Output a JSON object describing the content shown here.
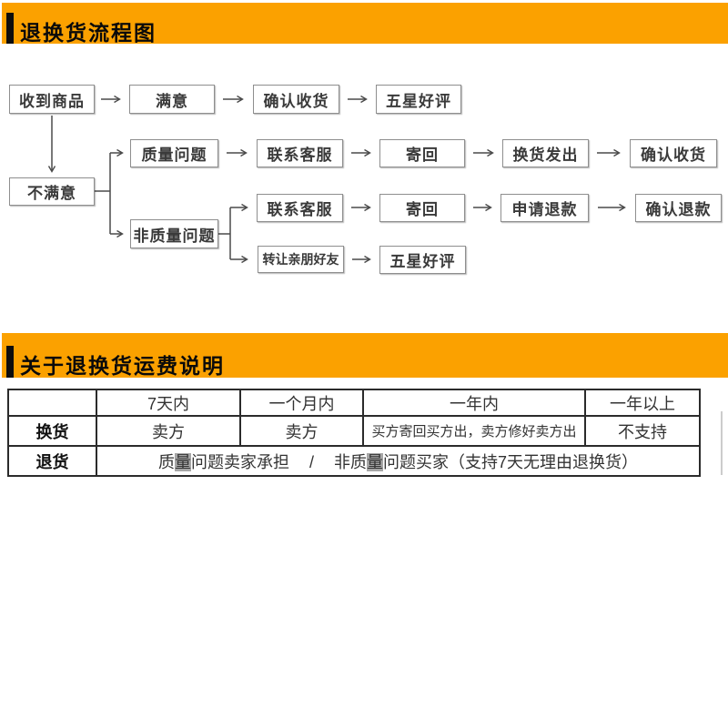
{
  "banner_flow": {
    "title": "退换货流程图"
  },
  "banner_fee": {
    "title": "关于退换货运费说明"
  },
  "flowchart": {
    "nodes": [
      {
        "id": "received-goods",
        "label": "收到商品"
      },
      {
        "id": "satisfied",
        "label": "满意"
      },
      {
        "id": "confirm-receipt-top",
        "label": "确认收货"
      },
      {
        "id": "five-star-top",
        "label": "五星好评"
      },
      {
        "id": "unsatisfied",
        "label": "不满意"
      },
      {
        "id": "quality-issue",
        "label": "质量问题"
      },
      {
        "id": "contact-service-quality",
        "label": "联系客服"
      },
      {
        "id": "send-back-quality",
        "label": "寄回"
      },
      {
        "id": "exchange-shipped",
        "label": "换货发出"
      },
      {
        "id": "confirm-receipt-quality",
        "label": "确认收货"
      },
      {
        "id": "non-quality-issue",
        "label": "非质量问题"
      },
      {
        "id": "contact-service-nq",
        "label": "联系客服"
      },
      {
        "id": "send-back-nq",
        "label": "寄回"
      },
      {
        "id": "apply-refund",
        "label": "申请退款"
      },
      {
        "id": "confirm-refund",
        "label": "确认退款"
      },
      {
        "id": "give-to-friends",
        "label": "转让亲朋好友"
      },
      {
        "id": "five-star-bottom",
        "label": "五星好评"
      }
    ]
  },
  "fee_table": {
    "headers": [
      "",
      "7天内",
      "一个月内",
      "一年内",
      "一年以上"
    ],
    "exchange_row": {
      "label": "换货",
      "cells": [
        "卖方",
        "卖方",
        "买方寄回买方出，卖方修好卖方出",
        "不支持"
      ]
    },
    "return_row": {
      "label": "退货",
      "part1": "质",
      "part2": "量",
      "part3": "问题卖家承担",
      "separator": "/",
      "part4": "非质",
      "part5": "量",
      "part6": "问题买家（支持7天无理由退换货）"
    }
  },
  "colors": {
    "banner_orange": "#FBA100",
    "banner_accent_black": "#0d0d0d",
    "box_border_gray": "#8e8e8e",
    "connector_gray": "#4a4a4a",
    "highlight_gray": "#a6a6a6"
  }
}
